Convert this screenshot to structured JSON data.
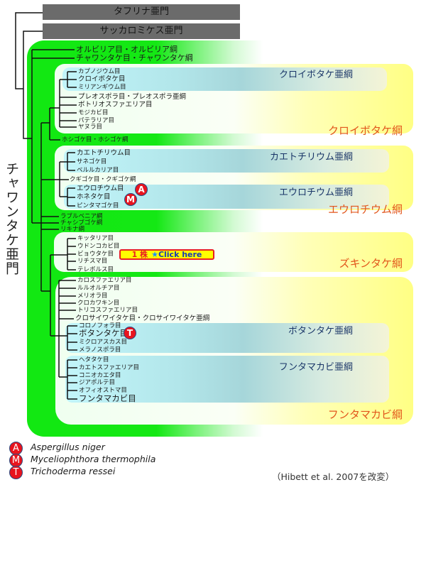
{
  "header_bars": [
    {
      "label": "タフリナ亜門"
    },
    {
      "label": "サッカロミケス亜門"
    }
  ],
  "subphylum": {
    "label": "チャワンタケ亜門"
  },
  "tree": {
    "basal_classes": [
      "オルビリア目・オルビリア綱",
      "チャワンタケ目・チャワンタケ綱"
    ],
    "dothideomycetes": {
      "class_label": "クロイボタケ綱",
      "subclass_label": "クロイボタケ亜綱",
      "subclass_orders": [
        "カプノジウム目",
        "クロイボタケ目",
        "ミリアンギウム目"
      ],
      "other_orders": [
        "プレオスポラ目・プレオスポラ亜綱",
        "ボトリオスファエリア目",
        "モジカビ目",
        "パテラリア目",
        "ヤヌラ目"
      ]
    },
    "arthoniomycetes": "ホシゴケ目・ホシゴケ綱",
    "eurotiomycetes": {
      "class_label": "エウロチウム綱",
      "subclass1_label": "カエトチリウム亜綱",
      "subclass1_orders": [
        "カエトチリウム目",
        "サネゴケ目",
        "ベルルカリア目"
      ],
      "middle_class": "クギゴケ目・クギゴケ綱",
      "subclass2_label": "エウロチウム亜綱",
      "subclass2_orders": [
        "エウロチウム目",
        "ホネタケ目",
        "ピンタマゴケ目"
      ]
    },
    "other_classes": [
      "ラブルベニア綱",
      "チャシブゴケ綱",
      "リキナ綱"
    ],
    "leotiomycetes": {
      "class_label": "ズキンタケ綱",
      "orders": [
        "キッタリア目",
        "ウドンコカビ目",
        "ビョウタケ目",
        "リチスマ目",
        "テレボルス目"
      ]
    },
    "sordariomycetes": {
      "class_label": "フンタマカビ綱",
      "orders": [
        "カロスファエリア目",
        "ルルオルチア目",
        "メリオラ目",
        "クロカワキン目",
        "トリコスファエリア目",
        "クロサイワイタケ目・クロサイワイタケ亜綱"
      ],
      "subclass1_label": "ボタンタケ亜綱",
      "subclass1_orders": [
        "コロノフォラ目",
        "ボタンタケ目",
        "ミクロアスカス目",
        "メラノスポラ目"
      ],
      "subclass2_label": "フンタマカビ亜綱",
      "subclass2_orders": [
        "ヘタタケ目",
        "カエトスファエリア目",
        "コニオカエタ目",
        "ジアポルテ目",
        "オフィオストマ目",
        "フンタマカビ目"
      ]
    }
  },
  "tree_badges": {
    "eurotiales_a": "A",
    "eurotiales_m": "M",
    "hypocreales_t": "T"
  },
  "click_button": {
    "count": "1 株",
    "star": "★",
    "label": "Click here"
  },
  "legend": [
    {
      "badge": "A",
      "species": "Aspergillus niger"
    },
    {
      "badge": "M",
      "species": "Myceliophthora thermophila"
    },
    {
      "badge": "T",
      "species": "Trichoderma ressei"
    }
  ],
  "citation": "（Hibett et al. 2007を改変）",
  "colors": {
    "header_bar": "#6b6b6b",
    "green_panel": "#12e812",
    "class_box_end": "#ffff84",
    "subclass_box": "#a6d6da",
    "subclass_label": "#1a3668",
    "class_label": "#e2561c",
    "badge_fill": "#e8141e",
    "badge_border": "#2a4a80",
    "button_bg": "#ffff00",
    "button_border": "#e82020"
  }
}
